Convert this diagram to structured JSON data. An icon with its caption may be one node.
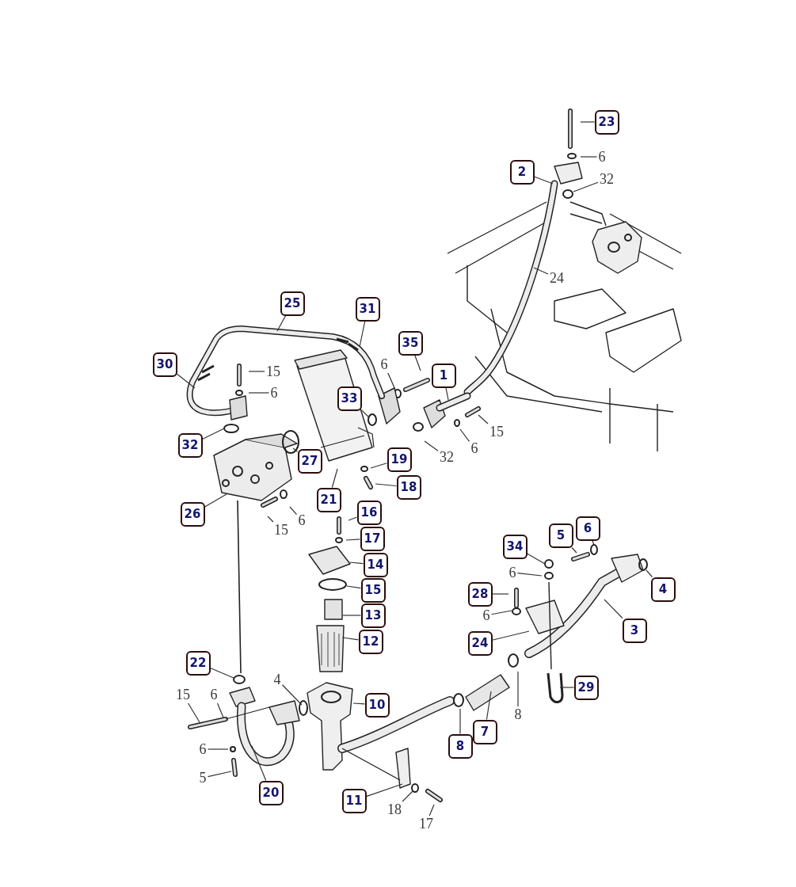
{
  "diagram": {
    "nodes": [
      {
        "text": [
          "23"
        ]
      },
      {
        "text": [
          "2"
        ]
      },
      {
        "text": [
          "6"
        ]
      },
      {
        "text": [
          "32"
        ]
      },
      {
        "text": [
          "24"
        ]
      },
      {
        "text": [
          "25"
        ]
      },
      {
        "text": [
          "31"
        ]
      },
      {
        "text": [
          "35"
        ]
      },
      {
        "text": [
          "1"
        ]
      },
      {
        "text": [
          "30"
        ]
      },
      {
        "text": [
          "15"
        ]
      },
      {
        "text": [
          "6"
        ]
      },
      {
        "text": [
          "6"
        ]
      },
      {
        "text": [
          "33"
        ]
      },
      {
        "text": [
          "32"
        ]
      },
      {
        "text": [
          "27"
        ]
      },
      {
        "text": [
          "21"
        ]
      },
      {
        "text": [
          "19"
        ]
      },
      {
        "text": [
          "18"
        ]
      },
      {
        "text": [
          "32"
        ]
      },
      {
        "text": [
          "15"
        ]
      },
      {
        "text": [
          "6"
        ]
      },
      {
        "text": [
          "26"
        ]
      },
      {
        "text": [
          "15"
        ]
      },
      {
        "text": [
          "6"
        ]
      },
      {
        "text": [
          "16"
        ]
      },
      {
        "text": [
          "17"
        ]
      },
      {
        "text": [
          "14"
        ]
      },
      {
        "text": [
          "15"
        ]
      },
      {
        "text": [
          "13"
        ]
      },
      {
        "text": [
          "12"
        ]
      },
      {
        "text": [
          "34"
        ]
      },
      {
        "text": [
          "5"
        ]
      },
      {
        "text": [
          "6"
        ]
      },
      {
        "text": [
          "6"
        ]
      },
      {
        "text": [
          "4"
        ]
      },
      {
        "text": [
          "28"
        ]
      },
      {
        "text": [
          "6"
        ]
      },
      {
        "text": [
          "24"
        ]
      },
      {
        "text": [
          "3"
        ]
      },
      {
        "text": [
          "22"
        ]
      },
      {
        "text": [
          "15"
        ]
      },
      {
        "text": [
          "6"
        ]
      },
      {
        "text": [
          "4"
        ]
      },
      {
        "text": [
          "10"
        ]
      },
      {
        "text": [
          "29"
        ]
      },
      {
        "text": [
          "8"
        ]
      },
      {
        "text": [
          "8"
        ]
      },
      {
        "text": [
          "7"
        ]
      },
      {
        "text": [
          "6"
        ]
      },
      {
        "text": [
          "5"
        ]
      },
      {
        "text": [
          "20"
        ]
      },
      {
        "text": [
          "11"
        ]
      },
      {
        "text": [
          "18"
        ]
      },
      {
        "text": [
          "17"
        ]
      }
    ],
    "edges": [
      {
        "from": 0,
        "to": null,
        "arrow": "none"
      },
      {
        "from": 1,
        "to": null,
        "arrow": "none"
      },
      {
        "from": 2,
        "to": null,
        "arrow": "none"
      },
      {
        "from": 3,
        "to": null,
        "arrow": "none"
      },
      {
        "from": 4,
        "to": null,
        "arrow": "none"
      },
      {
        "from": 5,
        "to": null,
        "arrow": "none"
      },
      {
        "from": 6,
        "to": null,
        "arrow": "none"
      },
      {
        "from": 7,
        "to": null,
        "arrow": "none"
      },
      {
        "from": 8,
        "to": null,
        "arrow": "none"
      },
      {
        "from": 9,
        "to": null,
        "arrow": "none"
      },
      {
        "from": 10,
        "to": null,
        "arrow": "none"
      },
      {
        "from": 11,
        "to": null,
        "arrow": "none"
      },
      {
        "from": 12,
        "to": null,
        "arrow": "none"
      },
      {
        "from": 13,
        "to": null,
        "arrow": "none"
      },
      {
        "from": 14,
        "to": null,
        "arrow": "none"
      },
      {
        "from": 15,
        "to": null,
        "arrow": "none"
      },
      {
        "from": 16,
        "to": null,
        "arrow": "none"
      },
      {
        "from": 17,
        "to": null,
        "arrow": "none"
      },
      {
        "from": 18,
        "to": null,
        "arrow": "none"
      },
      {
        "from": 19,
        "to": null,
        "arrow": "none"
      },
      {
        "from": 20,
        "to": null,
        "arrow": "none"
      },
      {
        "from": 21,
        "to": null,
        "arrow": "none"
      },
      {
        "from": 22,
        "to": null,
        "arrow": "none"
      },
      {
        "from": 23,
        "to": null,
        "arrow": "none"
      },
      {
        "from": 24,
        "to": null,
        "arrow": "none"
      },
      {
        "from": 25,
        "to": null,
        "arrow": "none"
      },
      {
        "from": 26,
        "to": null,
        "arrow": "none"
      },
      {
        "from": 27,
        "to": null,
        "arrow": "none"
      },
      {
        "from": 28,
        "to": null,
        "arrow": "none"
      },
      {
        "from": 29,
        "to": null,
        "arrow": "none"
      },
      {
        "from": 30,
        "to": null,
        "arrow": "none"
      },
      {
        "from": 31,
        "to": null,
        "arrow": "none"
      },
      {
        "from": 32,
        "to": null,
        "arrow": "none"
      },
      {
        "from": 33,
        "to": null,
        "arrow": "none"
      },
      {
        "from": 34,
        "to": null,
        "arrow": "none"
      },
      {
        "from": 35,
        "to": null,
        "arrow": "none"
      },
      {
        "from": 36,
        "to": null,
        "arrow": "none"
      },
      {
        "from": 37,
        "to": null,
        "arrow": "none"
      },
      {
        "from": 38,
        "to": null,
        "arrow": "none"
      },
      {
        "from": 39,
        "to": null,
        "arrow": "none"
      },
      {
        "from": 40,
        "to": null,
        "arrow": "none"
      },
      {
        "from": 41,
        "to": null,
        "arrow": "none"
      },
      {
        "from": 42,
        "to": null,
        "arrow": "none"
      },
      {
        "from": 43,
        "to": null,
        "arrow": "none"
      },
      {
        "from": 44,
        "to": null,
        "arrow": "none"
      },
      {
        "from": 45,
        "to": null,
        "arrow": "none"
      },
      {
        "from": 46,
        "to": null,
        "arrow": "none"
      },
      {
        "from": 47,
        "to": null,
        "arrow": "none"
      },
      {
        "from": 48,
        "to": null,
        "arrow": "none"
      },
      {
        "from": 49,
        "to": null,
        "arrow": "none"
      },
      {
        "from": 50,
        "to": null,
        "arrow": "none"
      },
      {
        "from": 51,
        "to": null,
        "arrow": "none"
      },
      {
        "from": 52,
        "to": null,
        "arrow": "none"
      },
      {
        "from": 53,
        "to": null,
        "arrow": "none"
      },
      {
        "from": 54,
        "to": null,
        "arrow": "none"
      }
    ]
  }
}
